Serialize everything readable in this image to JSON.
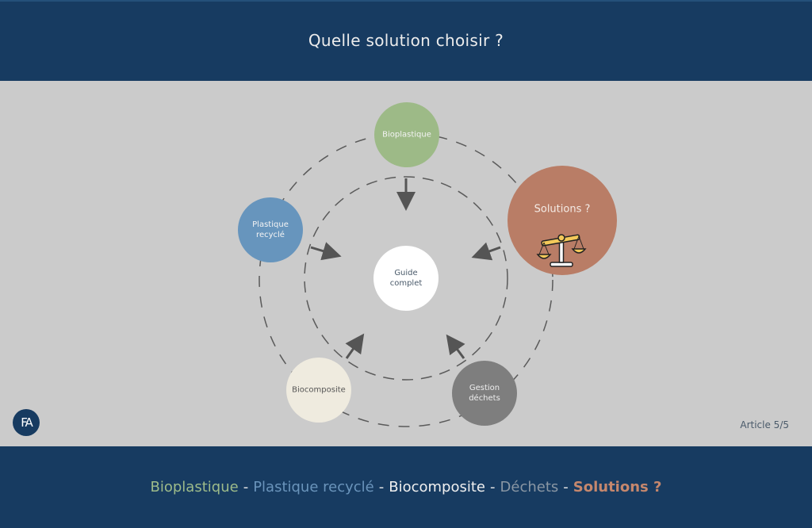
{
  "header": {
    "title": "Quelle solution choisir ?"
  },
  "diagram": {
    "center": {
      "label": "Guide\ncomplet"
    },
    "nodes": [
      {
        "id": "bioplastique",
        "label": "Bioplastique",
        "color": "#9dba87",
        "text_color": "#f4f4f4"
      },
      {
        "id": "solutions",
        "label": "Solutions ?",
        "color": "#b97d66",
        "text_color": "#f4ebe5",
        "icon": "balance-scale-icon"
      },
      {
        "id": "gestion-dechets",
        "label": "Gestion\ndéchets",
        "color": "#7e7e7e",
        "text_color": "#eeeeee"
      },
      {
        "id": "biocomposite",
        "label": "Biocomposite",
        "color": "#efebdf",
        "text_color": "#555555"
      },
      {
        "id": "plastique-recycle",
        "label": "Plastique\nrecyclé",
        "color": "#6795bd",
        "text_color": "#f4f4f4"
      }
    ]
  },
  "logo": {
    "text": "FA"
  },
  "article": {
    "label": "Article 5/5"
  },
  "footer": {
    "items": [
      {
        "label": "Bioplastique",
        "color": "#9dbb8a"
      },
      {
        "label": "Plastique recyclé",
        "color": "#6a94bb"
      },
      {
        "label": "Biocomposite",
        "color": "#f0f0f0"
      },
      {
        "label": "Déchets",
        "color": "#8a97a4"
      },
      {
        "label": "Solutions ?",
        "color": "#c5876d"
      }
    ],
    "separator": "-"
  }
}
